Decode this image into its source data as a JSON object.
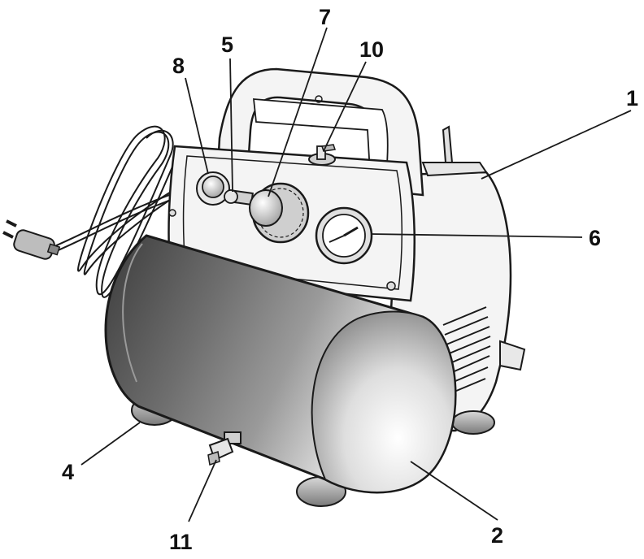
{
  "figure": {
    "callouts": [
      {
        "id": "c1",
        "label": "1"
      },
      {
        "id": "c2",
        "label": "2"
      },
      {
        "id": "c4",
        "label": "4"
      },
      {
        "id": "c5",
        "label": "5"
      },
      {
        "id": "c6",
        "label": "6"
      },
      {
        "id": "c7",
        "label": "7"
      },
      {
        "id": "c8",
        "label": "8"
      },
      {
        "id": "c10",
        "label": "10"
      },
      {
        "id": "c11",
        "label": "11"
      }
    ],
    "colors": {
      "outline": "#1a1a1a",
      "body_fill": "#f4f4f4",
      "tank_dark": "#5a5a5a",
      "tank_light": "#f2f2f2"
    }
  }
}
